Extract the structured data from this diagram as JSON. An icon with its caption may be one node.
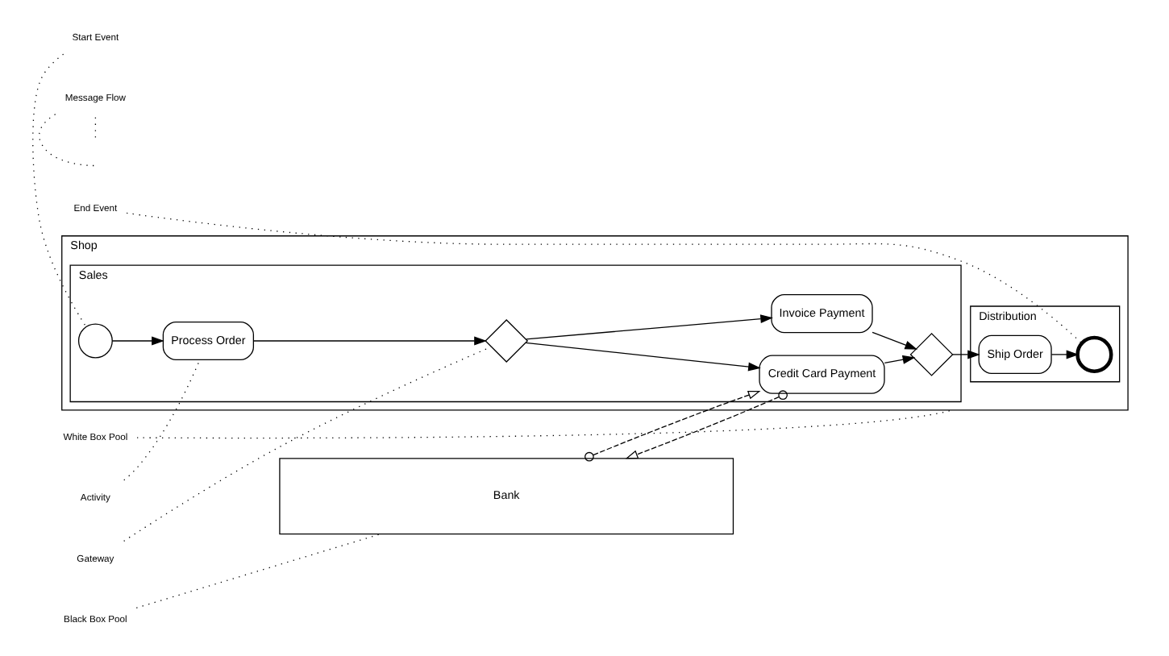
{
  "diagram": {
    "nodes": [
      {
        "text": [
          "Bank"
        ]
      },
      {
        "text": [
          "Shop"
        ]
      },
      {
        "text": [
          "Distribution"
        ],
        "in": 1
      },
      {
        "text": [
          "Ship Order"
        ],
        "in": 2
      },
      {
        "text": [],
        "shape": "circle",
        "in": 2
      },
      {
        "text": [
          "Sales"
        ],
        "in": 1
      },
      {
        "text": [],
        "shape": "circle",
        "in": 5
      },
      {
        "text": [
          "Process Order"
        ],
        "in": 5
      },
      {
        "text": [],
        "shape": "diamond",
        "in": 5
      },
      {
        "text": [
          "Credit Card Payment"
        ],
        "in": 5
      },
      {
        "text": [
          "Invoice Payment"
        ],
        "in": 5
      },
      {
        "text": [],
        "shape": "diamond",
        "in": 5
      },
      {
        "text": [
          "Black Box Pool"
        ]
      },
      {
        "text": [
          "White Box Pool"
        ]
      },
      {
        "text": [
          "Message Flow"
        ]
      },
      {
        "text": [
          "Activity"
        ]
      },
      {
        "text": [
          "Start Event"
        ]
      },
      {
        "text": [
          "Gateway"
        ]
      },
      {
        "text": [
          "End Event"
        ]
      }
    ],
    "edges": [
      {
        "from": 6,
        "to": 7,
        "arrow": "to"
      },
      {
        "from": 7,
        "to": 8,
        "arrow": "to"
      },
      {
        "from": 8,
        "to": 9,
        "arrow": "to"
      },
      {
        "from": 8,
        "to": 10,
        "arrow": "to"
      },
      {
        "from": 9,
        "to": 11,
        "arrow": "to"
      },
      {
        "from": 10,
        "to": 11,
        "arrow": "to"
      },
      {
        "from": 11,
        "to": 3,
        "arrow": "to"
      },
      {
        "from": 3,
        "to": 4,
        "arrow": "to"
      },
      {
        "from": 9,
        "to": 0,
        "arrow": "to",
        "style": "dashed"
      },
      {
        "from": 0,
        "to": 9,
        "arrow": "to",
        "style": "dashed"
      },
      {
        "from": 12,
        "to": 0,
        "arrow": "none",
        "style": "dashed"
      },
      {
        "from": 13,
        "to": 1,
        "arrow": "none",
        "style": "dashed"
      },
      {
        "from": 14,
        "to": null,
        "arrow": "none",
        "style": "dashed"
      },
      {
        "from": 14,
        "to": null,
        "arrow": "none",
        "style": "dashed"
      },
      {
        "from": 15,
        "to": 7,
        "arrow": "none",
        "style": "dashed"
      },
      {
        "from": 16,
        "to": 6,
        "arrow": "none",
        "style": "dashed"
      },
      {
        "from": 17,
        "to": 8,
        "arrow": "none",
        "style": "dashed"
      },
      {
        "from": 18,
        "to": 4,
        "arrow": "none",
        "style": "dashed"
      }
    ]
  }
}
